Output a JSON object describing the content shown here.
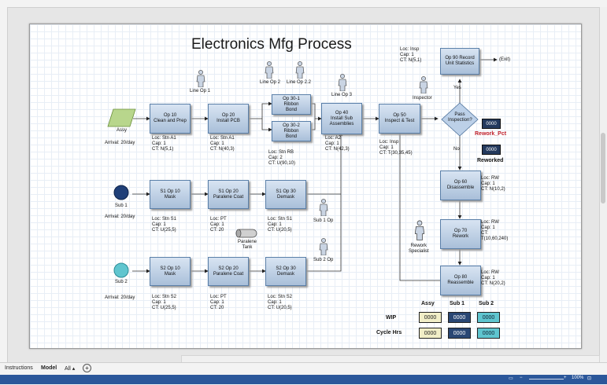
{
  "title": "Electronics Mfg Process",
  "ops": [
    {
      "id": "op10",
      "label": "Op 10\nClean and Prep",
      "info": "Loc: Stn A1\nCap: 1\nCT: N(5,1)"
    },
    {
      "id": "op20",
      "label": "Op 20\nInstall PCB",
      "info": "Loc: Stn A1\nCap: 1\nCT: N(40,3)"
    },
    {
      "id": "op301",
      "label": "Op 30-1\nRibbon\nBond",
      "info": ""
    },
    {
      "id": "op302",
      "label": "Op 30-2\nRibbon\nBond",
      "info": "Loc: Stn RB\nCap: 2\nCT: U(90,10)"
    },
    {
      "id": "op40",
      "label": "Op 40\nInstall Sub\nAssemblies",
      "info": "Loc: A2\nCap: 1\nCT: N(42,3)"
    },
    {
      "id": "op50",
      "label": "Op 50\nInspect & Test",
      "info": "Loc: Insp\nCap: 1\nCT: T(30,35,45)"
    },
    {
      "id": "op90",
      "label": "Op 90 Record\nUnit Statistics",
      "info": "Loc: Insp\nCap: 1\nCT: N(5,1)"
    },
    {
      "id": "op60",
      "label": "Op 60\nDisassemble",
      "info": "Loc: RW\nCap: 1\nCT: N(10,2)"
    },
    {
      "id": "op70",
      "label": "Op 70\nRework",
      "info": "Loc: RW\nCap: 1\nCT:\nT(10,60,240)"
    },
    {
      "id": "op80",
      "label": "Op 80\nReassemble",
      "info": "Loc: RW\nCap: 1\nCT: N(20,2)"
    },
    {
      "id": "s1op10",
      "label": "S1 Op 10\nMask",
      "info": "Loc: Stn S1\nCap: 1\nCT: U(25,5)"
    },
    {
      "id": "s1op20",
      "label": "S1 Op 20\nParalene Coat",
      "info": "Loc: PT\nCap: 1\nCT: 20"
    },
    {
      "id": "s1op30",
      "label": "S1 Op 30\nDemask",
      "info": "Loc: Stn S1\nCap: 1\nCT: U(20,5)"
    },
    {
      "id": "s2op10",
      "label": "S2 Op 10\nMask",
      "info": "Loc: Stn S2\nCap: 1\nCT: U(25,5)"
    },
    {
      "id": "s2op20",
      "label": "S2 Op 20\nParalene Coat",
      "info": "Loc: PT\nCap: 1\nCT: 20"
    },
    {
      "id": "s2op30",
      "label": "S2 Op 30\nDemask",
      "info": "Loc: Stn S2\nCap: 1\nCT: U(20,5)"
    }
  ],
  "sources": {
    "assy": {
      "name": "Assy",
      "arrival": "Arrival: 20/day"
    },
    "sub1": {
      "name": "Sub 1",
      "arrival": "Arrival: 20/day"
    },
    "sub2": {
      "name": "Sub 2",
      "arrival": "Arrival: 20/day"
    }
  },
  "decision": {
    "label": "Pass\nInspection?",
    "yes": "Yes",
    "no": "No",
    "exit": "(Exit)"
  },
  "resources": {
    "line_op1": "Line Op 1",
    "line_op2": "Line Op 2",
    "line_op22": "Line Op 2.2",
    "line_op3": "Line Op 3",
    "inspector": "Inspector",
    "sub1_op": "Sub 1 Op",
    "sub2_op": "Sub 2 Op",
    "rework_specialist": "Rework\nSpecialist",
    "paralene_tank": "Paralene\nTank"
  },
  "counters": {
    "rework_pct_value": "0000",
    "rework_pct_label": "Rework_Pct",
    "reworked_value": "0000",
    "reworked_label": "Reworked"
  },
  "table": {
    "columns": [
      "Assy",
      "Sub 1",
      "Sub 2"
    ],
    "rows": [
      {
        "label": "WIP",
        "values": [
          "0000",
          "0000",
          "0000"
        ]
      },
      {
        "label": "Cycle Hrs",
        "values": [
          "0000",
          "0000",
          "0000"
        ]
      }
    ]
  },
  "tabs": {
    "instructions": "Instructions",
    "model": "Model",
    "all": "All ▴"
  },
  "zoom": "100%"
}
